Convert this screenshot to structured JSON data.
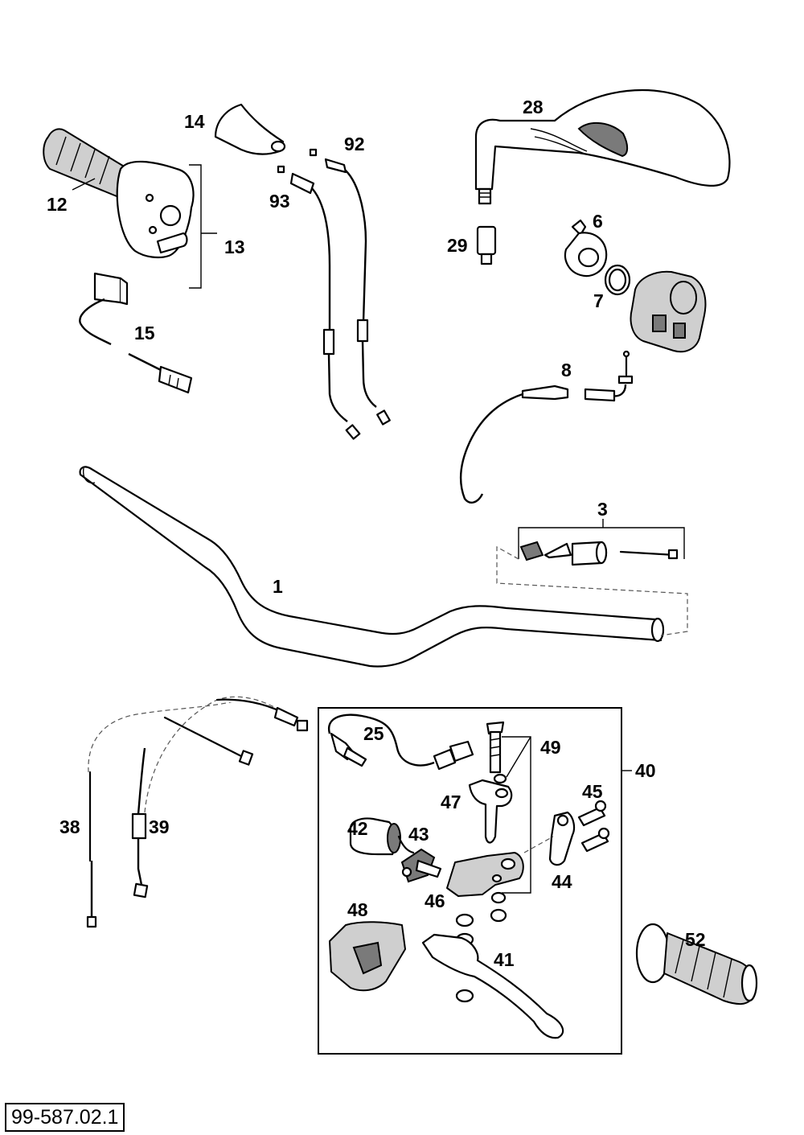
{
  "diagram": {
    "reference_code": "99-587.02.1",
    "callouts": {
      "handlebar": "1",
      "bar_end_kit": "3",
      "bracket_6": "6",
      "ring_7": "7",
      "cable_8": "8",
      "throttle_grip": "12",
      "throttle_housing": "13",
      "cover_14": "14",
      "connector_15": "15",
      "sensor_25": "25",
      "mirror": "28",
      "adapter_29": "29",
      "cable_38": "38",
      "cable_39": "39",
      "brake_assembly": "40",
      "lever_41": "41",
      "reservoir_42": "42",
      "piston_43": "43",
      "clamp_44": "44",
      "screw_45": "45",
      "bracket_46": "46",
      "arm_47": "47",
      "guard_48": "48",
      "pin_49": "49",
      "left_grip": "52",
      "throttle_cable_92": "92",
      "throttle_cable_93": "93"
    }
  }
}
